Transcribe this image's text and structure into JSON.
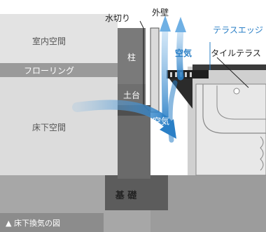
{
  "labels": {
    "indoor_space": "室内空間",
    "flooring": "フローリング",
    "underfloor_space": "床下空間",
    "pillar": "柱",
    "sill": "土台",
    "foundation": "基 礎",
    "water_drip": "水切り",
    "exterior_wall": "外壁",
    "terrace_edge": "テラスエッジ",
    "tile_terrace": "タイルテラス",
    "air_top": "空気",
    "air_bottom": "空気",
    "caption": "▲ 床下換気の図"
  },
  "colors": {
    "accent_blue": "#2a7fc6",
    "wall_gray": "#8a8a8a",
    "dark_gray": "#555555",
    "light_gray": "#d9d9d9",
    "bg_gray": "#bcbcbc"
  }
}
